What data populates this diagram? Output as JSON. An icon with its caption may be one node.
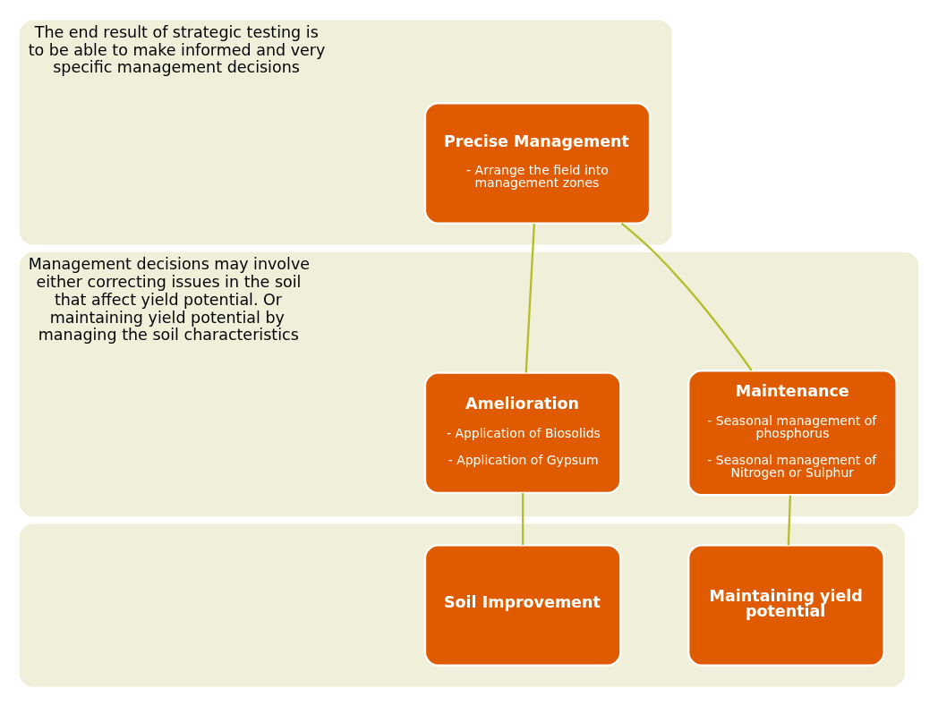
{
  "diagram": {
    "nodes": [
      {
        "text": [
          "The end result of strategic testing is to be able to make informed and very specific management decisions"
        ]
      },
      {
        "text": [
          "Precise Management",
          "- Arrange the field into management zones"
        ],
        "in": 0
      },
      {
        "text": [
          "Management decisions may involve either correcting issues in the soil that affect yield potential. Or maintaining yield potential by managing the soil characteristics"
        ]
      },
      {
        "text": [
          "Amelioration",
          "- Application of Biosolids",
          "- Application of Gypsum"
        ],
        "in": 2
      },
      {
        "text": [
          "Maintenance",
          "- Seasonal management of phosphorus",
          "- Seasonal management of Nitrogen or Sulphur"
        ],
        "in": 2
      },
      {
        "text": [],
        "shape": "box"
      },
      {
        "text": [
          "Soil Improvement"
        ],
        "in": 5
      },
      {
        "text": [
          "Maintaining yield potential"
        ],
        "in": 5
      }
    ],
    "edges": [
      {
        "from": 1,
        "to": 3,
        "arrow": "none"
      },
      {
        "from": 1,
        "to": 4,
        "arrow": "none"
      },
      {
        "from": 3,
        "to": 6,
        "arrow": "none"
      },
      {
        "from": 4,
        "to": 7,
        "arrow": "none"
      }
    ]
  }
}
